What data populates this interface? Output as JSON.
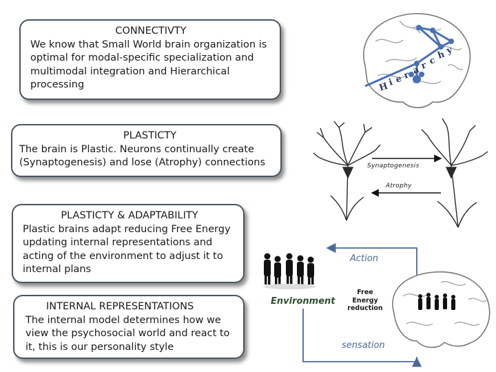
{
  "boxes": {
    "connectivity": {
      "title": "CONNECTIVTY",
      "body": "We know that Small World brain organization is optimal for modal-specific specialization and multimodal integration  and Hierarchical processing"
    },
    "plasticity": {
      "title": "PLASTICTY",
      "body": "The brain is Plastic. Neurons continually create (Synaptogenesis)  and lose (Atrophy) connections"
    },
    "adaptability": {
      "title": "PLASTICTY & ADAPTABILITY",
      "body": "Plastic brains adapt reducing Free Energy updating internal representations and acting of the environment to adjust it to internal plans"
    },
    "representations": {
      "title": "INTERNAL REPRESENTATIONS",
      "body": "The internal model determines how we view the psychosocial world and react to it, this is our personality style"
    }
  },
  "diagram": {
    "hierarchy_letters": [
      "H",
      "i",
      "e",
      "r",
      "a",
      "r",
      "c",
      "h",
      "y"
    ],
    "synaptogenesis": "Synaptogenesis",
    "atrophy": "Atrophy",
    "action": "Action",
    "sensation": "sensation",
    "environment": "Environment",
    "free_energy": "Free Energy reduction"
  },
  "colors": {
    "box_border": "#4a5563",
    "network": "#4a6fb5",
    "loop": "#4a6a9a"
  }
}
